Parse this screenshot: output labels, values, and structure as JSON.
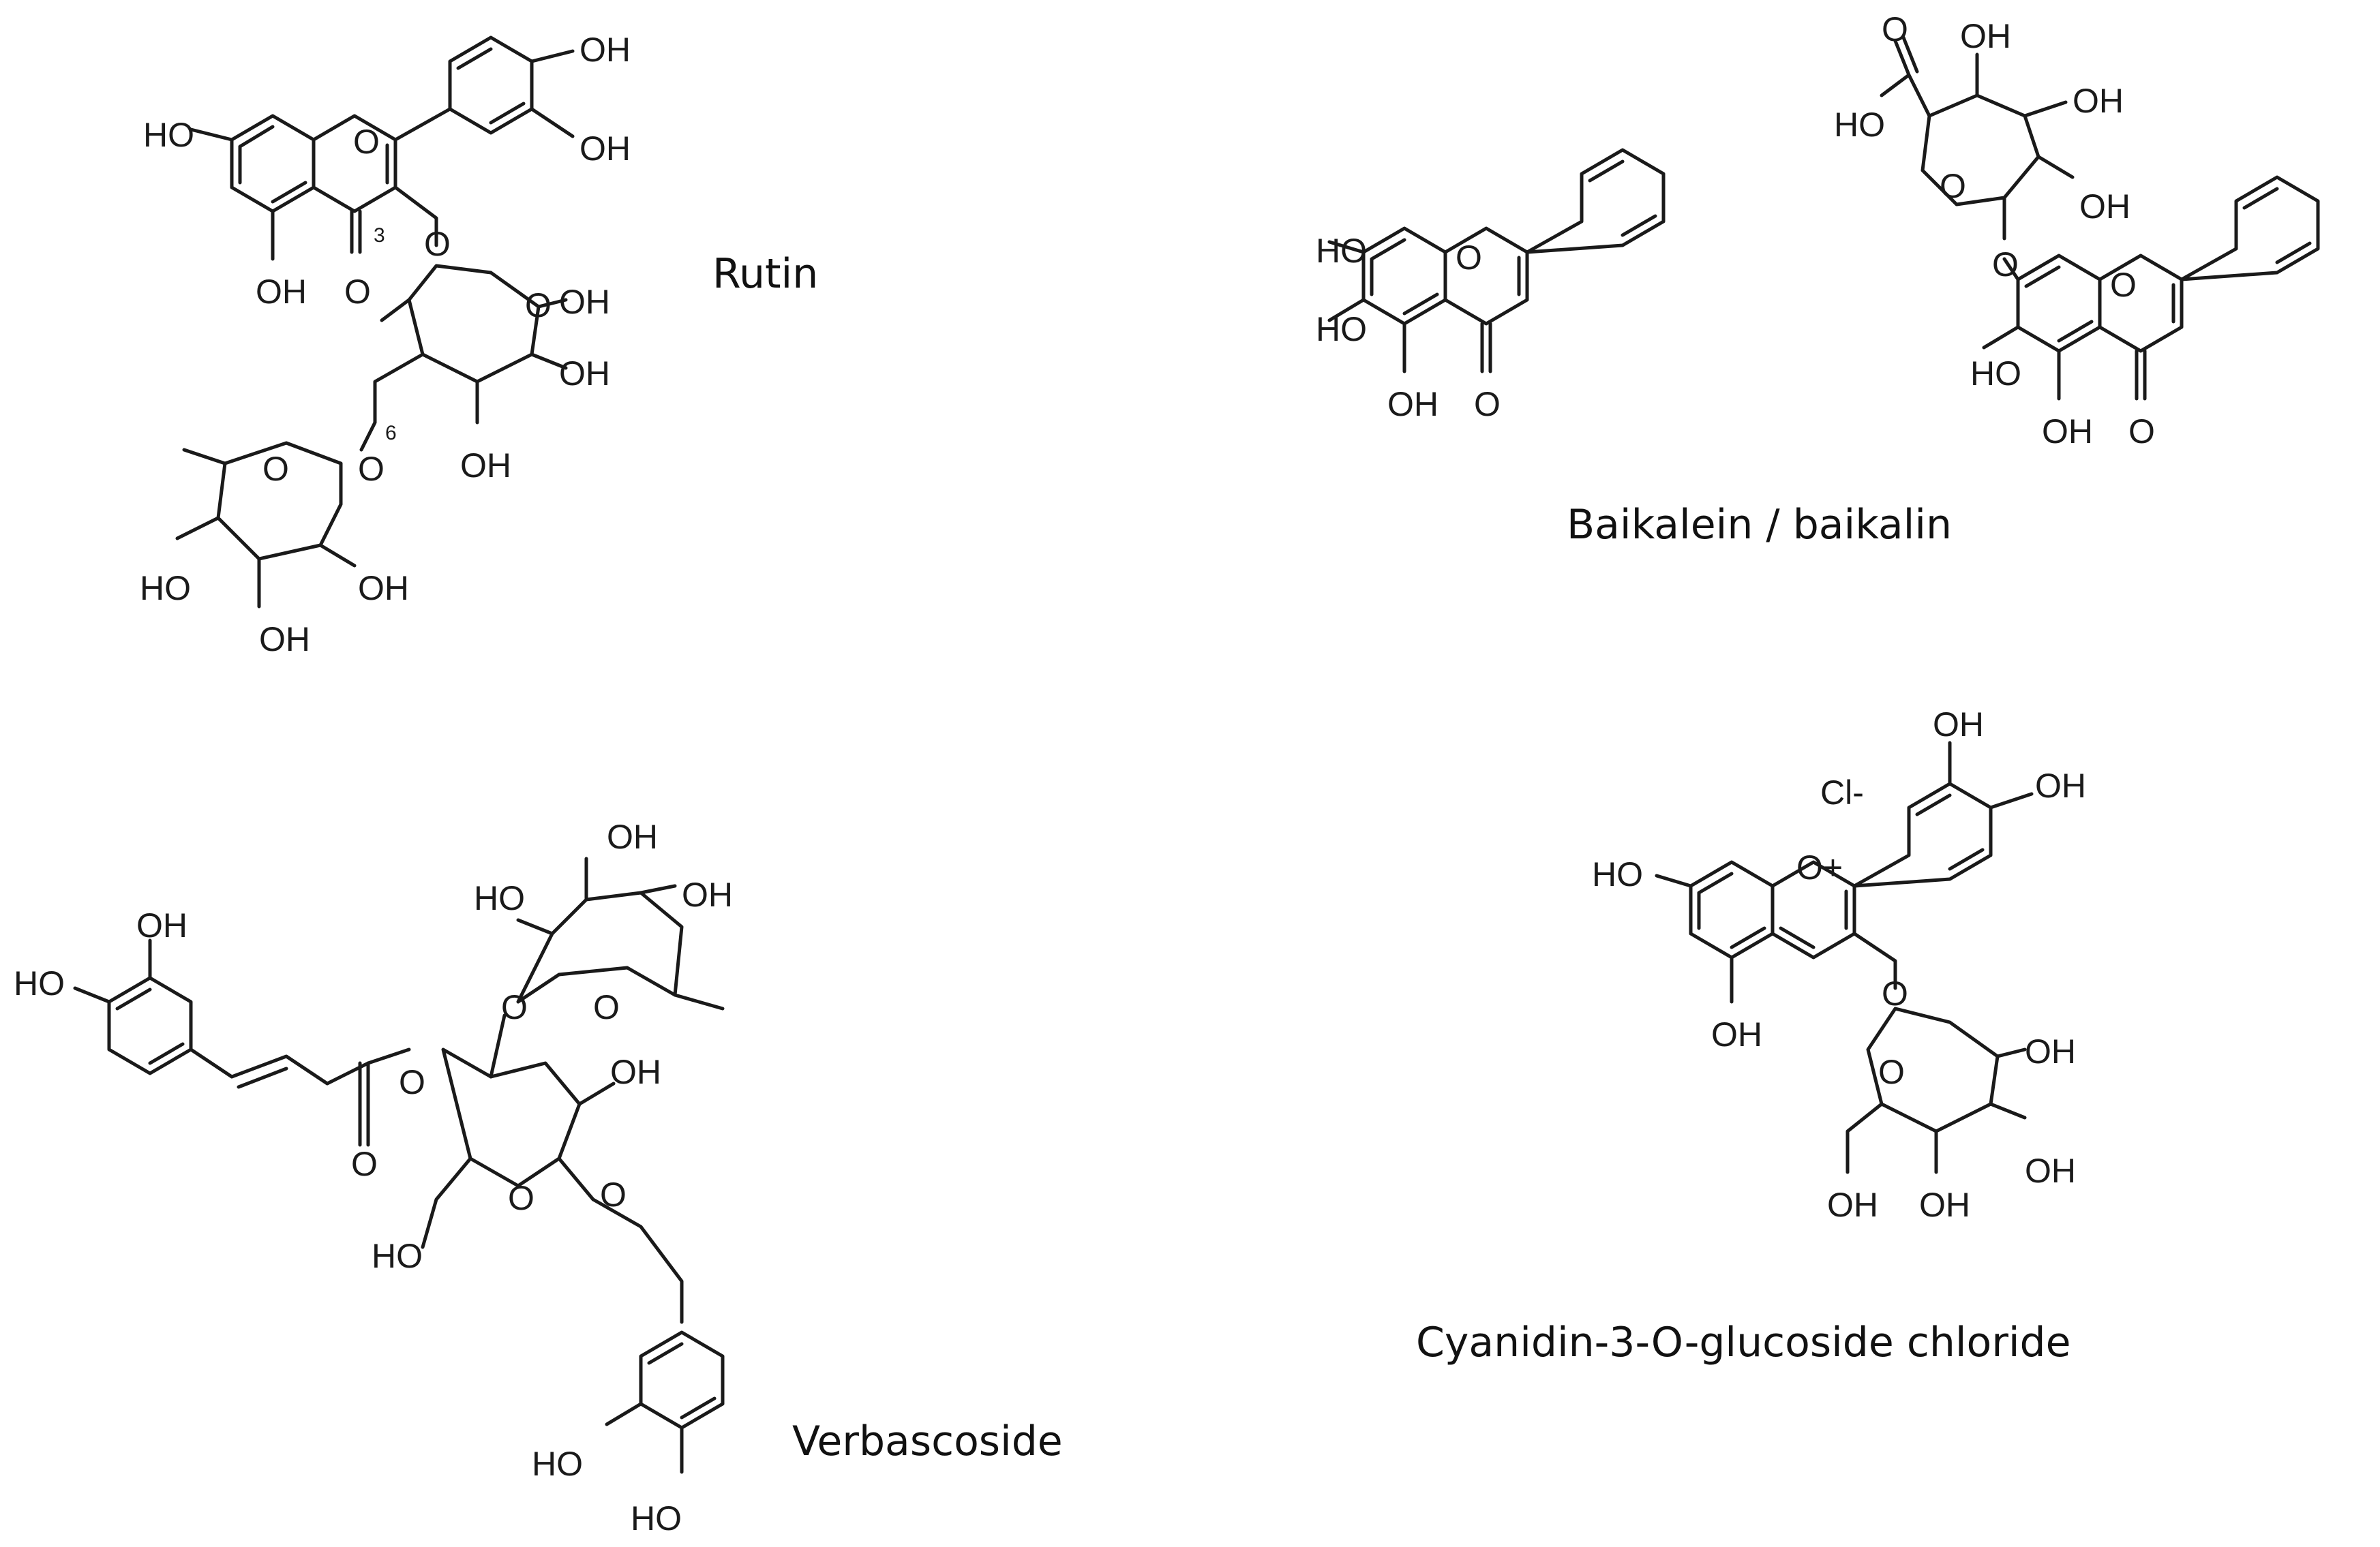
{
  "compounds": {
    "rutin": {
      "name": "Rutin"
    },
    "baicalein": {
      "name": "Baikalein / baikalin"
    },
    "verbascoside": {
      "name": "Verbascoside"
    },
    "cyanidin": {
      "name": "Cyanidin-3-O-glucoside chloride"
    }
  },
  "atoms": {
    "oh": "OH",
    "ho": "HO",
    "o": "O",
    "o_plus": "O+",
    "cl_minus": "Cl-",
    "num3": "3",
    "num6": "6"
  }
}
